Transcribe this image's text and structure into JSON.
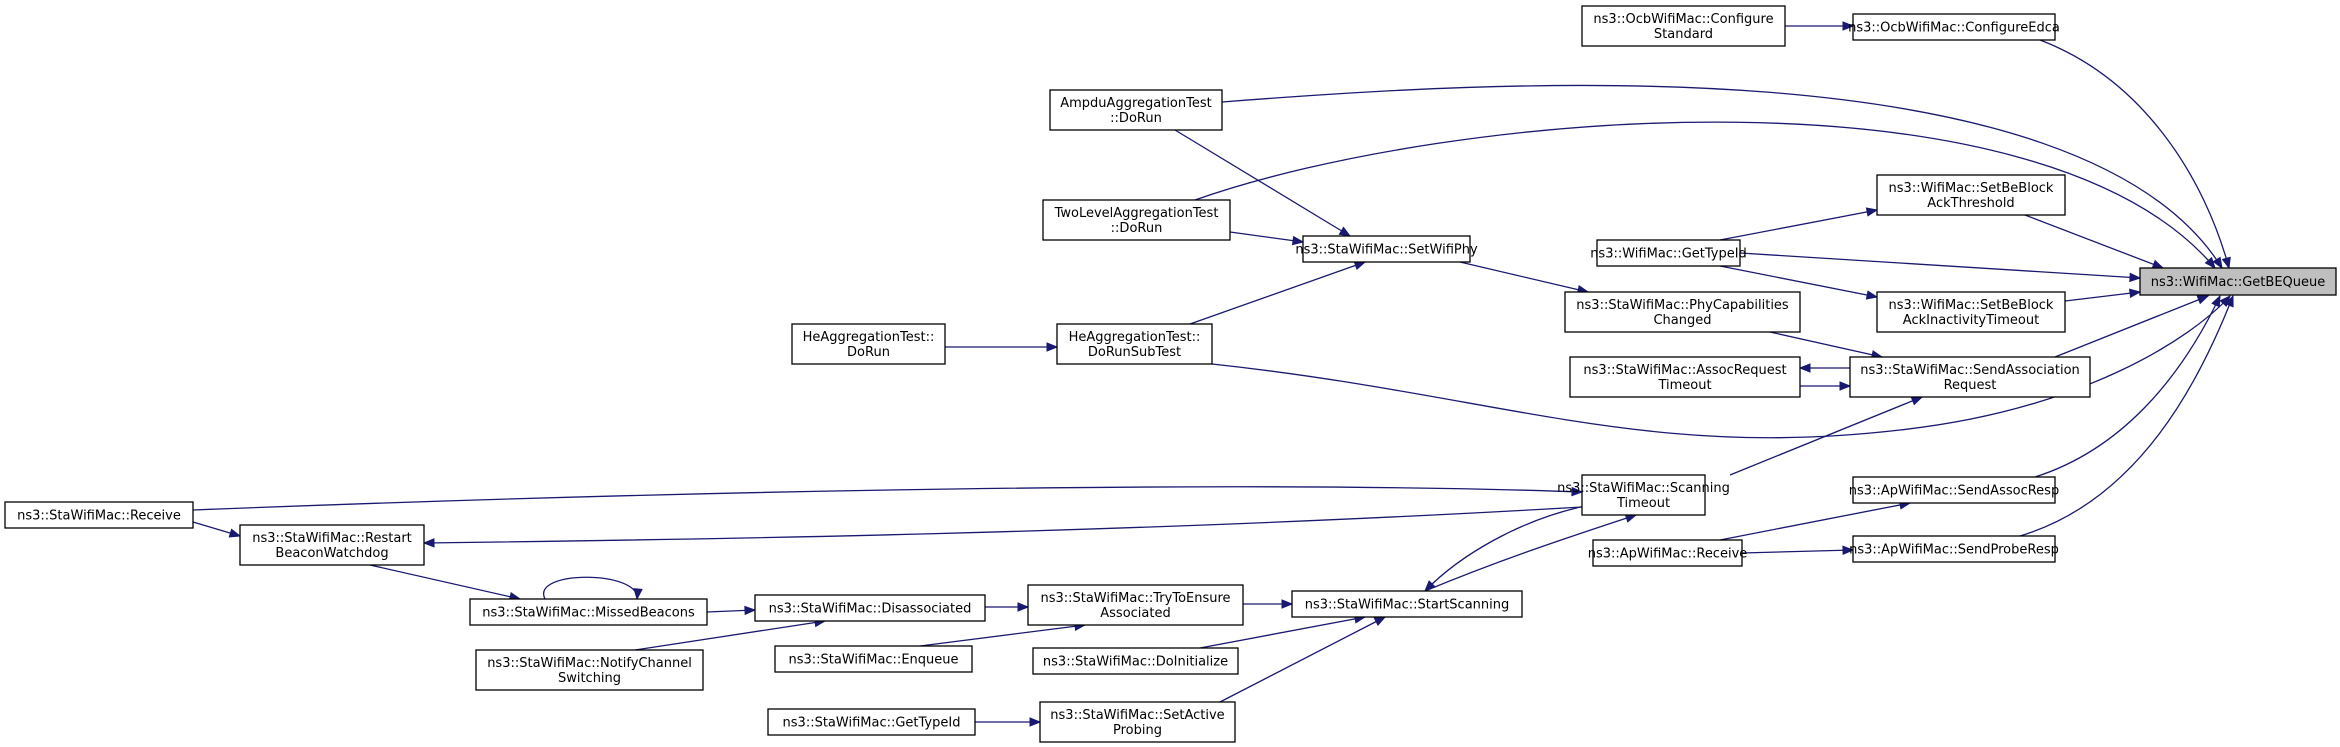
{
  "graph": {
    "title": "",
    "edge_color": "#191970",
    "focus_fill": "#bfbfbf",
    "nodes": [
      {
        "id": "getbequeue",
        "lines": [
          "ns3::WifiMac::GetBEQueue"
        ],
        "focus": true
      },
      {
        "id": "ocb-configure-standard",
        "lines": [
          "ns3::OcbWifiMac::Configure",
          "Standard"
        ]
      },
      {
        "id": "ocb-configure-edca",
        "lines": [
          "ns3::OcbWifiMac::ConfigureEdca"
        ]
      },
      {
        "id": "ampdu-dorun",
        "lines": [
          "AmpduAggregationTest",
          "::DoRun"
        ]
      },
      {
        "id": "twolevel-dorun",
        "lines": [
          "TwoLevelAggregationTest",
          "::DoRun"
        ]
      },
      {
        "id": "sta-setwifiphy",
        "lines": [
          "ns3::StaWifiMac::SetWifiPhy"
        ]
      },
      {
        "id": "wifimac-gettypeid",
        "lines": [
          "ns3::WifiMac::GetTypeId"
        ]
      },
      {
        "id": "setbeblock-ackthreshold",
        "lines": [
          "ns3::WifiMac::SetBeBlock",
          "AckThreshold"
        ]
      },
      {
        "id": "setbeblock-ackinactivity",
        "lines": [
          "ns3::WifiMac::SetBeBlock",
          "AckInactivityTimeout"
        ]
      },
      {
        "id": "he-dorun",
        "lines": [
          "HeAggregationTest::",
          "DoRun"
        ]
      },
      {
        "id": "he-dorunsubtest",
        "lines": [
          "HeAggregationTest::",
          "DoRunSubTest"
        ]
      },
      {
        "id": "sta-phycapabilities",
        "lines": [
          "ns3::StaWifiMac::PhyCapabilities",
          "Changed"
        ]
      },
      {
        "id": "sta-assocrequest-timeout",
        "lines": [
          "ns3::StaWifiMac::AssocRequest",
          "Timeout"
        ]
      },
      {
        "id": "sta-sendassociation",
        "lines": [
          "ns3::StaWifiMac::SendAssociation",
          "Request"
        ]
      },
      {
        "id": "sta-receive",
        "lines": [
          "ns3::StaWifiMac::Receive"
        ]
      },
      {
        "id": "sta-scanning-timeout",
        "lines": [
          "ns3::StaWifiMac::Scanning",
          "Timeout"
        ]
      },
      {
        "id": "sta-restart-beacon",
        "lines": [
          "ns3::StaWifiMac::Restart",
          "BeaconWatchdog"
        ]
      },
      {
        "id": "ap-sendassocresp",
        "lines": [
          "ns3::ApWifiMac::SendAssocResp"
        ]
      },
      {
        "id": "ap-receive",
        "lines": [
          "ns3::ApWifiMac::Receive"
        ]
      },
      {
        "id": "ap-sendproberesp",
        "lines": [
          "ns3::ApWifiMac::SendProbeResp"
        ]
      },
      {
        "id": "sta-missedbeacons",
        "lines": [
          "ns3::StaWifiMac::MissedBeacons"
        ]
      },
      {
        "id": "sta-disassociated",
        "lines": [
          "ns3::StaWifiMac::Disassociated"
        ]
      },
      {
        "id": "sta-trytoensure",
        "lines": [
          "ns3::StaWifiMac::TryToEnsure",
          "Associated"
        ]
      },
      {
        "id": "sta-startscanning",
        "lines": [
          "ns3::StaWifiMac::StartScanning"
        ]
      },
      {
        "id": "sta-enqueue",
        "lines": [
          "ns3::StaWifiMac::Enqueue"
        ]
      },
      {
        "id": "sta-notifychannel",
        "lines": [
          "ns3::StaWifiMac::NotifyChannel",
          "Switching"
        ]
      },
      {
        "id": "sta-doinitialize",
        "lines": [
          "ns3::StaWifiMac::DoInitialize"
        ]
      },
      {
        "id": "sta-gettypeid",
        "lines": [
          "ns3::StaWifiMac::GetTypeId"
        ]
      },
      {
        "id": "sta-setactiveprobing",
        "lines": [
          "ns3::StaWifiMac::SetActive",
          "Probing"
        ]
      }
    ],
    "edges": [
      {
        "from": "ocb-configure-standard",
        "to": "ocb-configure-edca"
      },
      {
        "from": "ocb-configure-edca",
        "to": "getbequeue"
      },
      {
        "from": "ampdu-dorun",
        "to": "getbequeue"
      },
      {
        "from": "twolevel-dorun",
        "to": "getbequeue"
      },
      {
        "from": "setbeblock-ackthreshold",
        "to": "getbequeue"
      },
      {
        "from": "wifimac-gettypeid",
        "to": "getbequeue"
      },
      {
        "from": "setbeblock-ackinactivity",
        "to": "getbequeue"
      },
      {
        "from": "sta-sendassociation",
        "to": "getbequeue"
      },
      {
        "from": "he-dorunsubtest",
        "to": "getbequeue"
      },
      {
        "from": "ap-sendassocresp",
        "to": "getbequeue"
      },
      {
        "from": "ap-sendproberesp",
        "to": "getbequeue"
      },
      {
        "from": "wifimac-gettypeid",
        "to": "setbeblock-ackthreshold"
      },
      {
        "from": "wifimac-gettypeid",
        "to": "setbeblock-ackinactivity"
      },
      {
        "from": "sta-setwifiphy",
        "to": "sta-phycapabilities"
      },
      {
        "from": "ampdu-dorun",
        "to": "sta-setwifiphy"
      },
      {
        "from": "twolevel-dorun",
        "to": "sta-setwifiphy"
      },
      {
        "from": "he-dorunsubtest",
        "to": "sta-setwifiphy"
      },
      {
        "from": "he-dorun",
        "to": "he-dorunsubtest"
      },
      {
        "from": "sta-phycapabilities",
        "to": "sta-sendassociation"
      },
      {
        "from": "sta-assocrequest-timeout",
        "to": "sta-sendassociation"
      },
      {
        "from": "sta-sendassociation",
        "to": "sta-assocrequest-timeout"
      },
      {
        "from": "sta-scanning-timeout",
        "to": "sta-sendassociation"
      },
      {
        "from": "sta-receive",
        "to": "sta-scanning-timeout"
      },
      {
        "from": "sta-scanning-timeout",
        "to": "sta-restart-beacon"
      },
      {
        "from": "sta-startscanning",
        "to": "sta-scanning-timeout"
      },
      {
        "from": "sta-scanning-timeout",
        "to": "sta-startscanning"
      },
      {
        "from": "sta-receive",
        "to": "sta-restart-beacon"
      },
      {
        "from": "sta-restart-beacon",
        "to": "sta-missedbeacons"
      },
      {
        "from": "sta-missedbeacons",
        "to": "sta-missedbeacons"
      },
      {
        "from": "sta-missedbeacons",
        "to": "sta-disassociated"
      },
      {
        "from": "sta-notifychannel",
        "to": "sta-disassociated"
      },
      {
        "from": "sta-disassociated",
        "to": "sta-trytoensure"
      },
      {
        "from": "sta-enqueue",
        "to": "sta-trytoensure"
      },
      {
        "from": "sta-trytoensure",
        "to": "sta-startscanning"
      },
      {
        "from": "sta-doinitialize",
        "to": "sta-startscanning"
      },
      {
        "from": "sta-setactiveprobing",
        "to": "sta-startscanning"
      },
      {
        "from": "sta-gettypeid",
        "to": "sta-setactiveprobing"
      },
      {
        "from": "ap-receive",
        "to": "ap-sendassocresp"
      },
      {
        "from": "ap-receive",
        "to": "ap-sendproberesp"
      }
    ]
  }
}
